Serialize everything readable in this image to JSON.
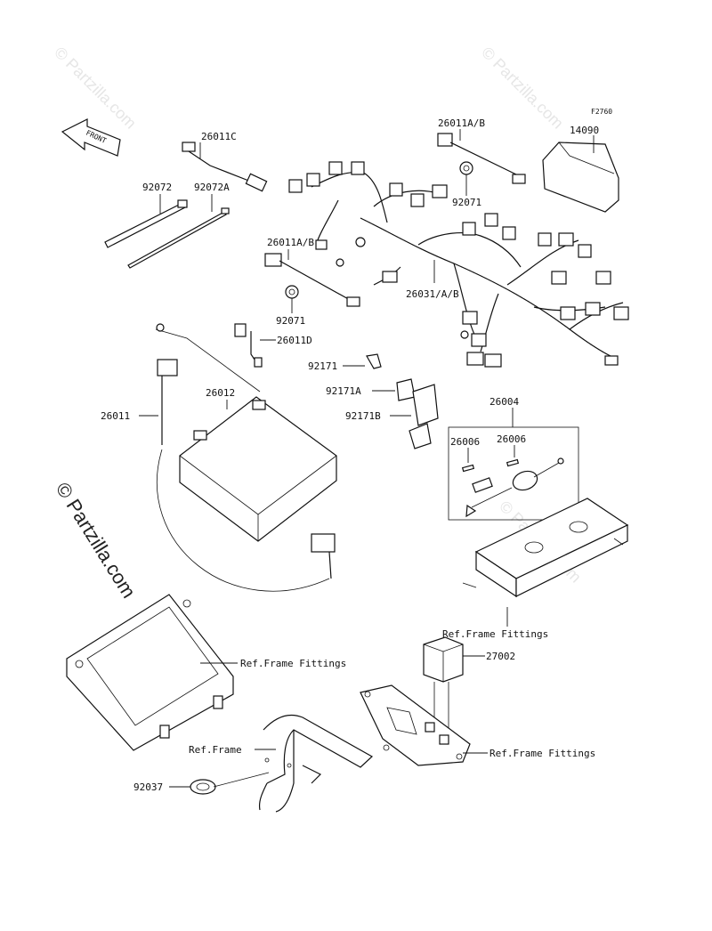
{
  "figure_code": "F2760",
  "front_arrow_label": "FRONT",
  "watermarks": {
    "large": "© Partzilla.com",
    "small": "© Partzilla.com"
  },
  "callouts": {
    "p26011C": "26011C",
    "p92072": "92072",
    "p92072A": "92072A",
    "p26011AB_top": "26011A/B",
    "p92071_top": "92071",
    "p14090": "14090",
    "p26011AB_mid": "26011A/B",
    "p92071_mid": "92071",
    "p26031AB": "26031/A/B",
    "p26011D": "26011D",
    "p92171": "92171",
    "p92171A": "92171A",
    "p92171B": "92171B",
    "p26012": "26012",
    "p26011": "26011",
    "p26004": "26004",
    "p26006_a": "26006",
    "p26006_b": "26006",
    "ref_frame_fittings_1": "Ref.Frame Fittings",
    "ref_frame_fittings_2": "Ref.Frame Fittings",
    "ref_frame_fittings_3": "Ref.Frame Fittings",
    "p27002": "27002",
    "ref_frame": "Ref.Frame",
    "p92037": "92037"
  }
}
